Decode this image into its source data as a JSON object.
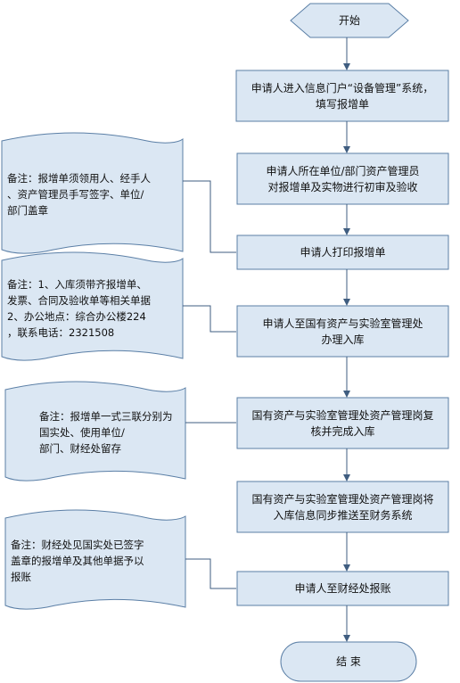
{
  "flow": {
    "start": "开始",
    "end": "结 束",
    "steps": [
      "申请人进入信息门户“设备管理”系统，\n填写报增单",
      "申请人所在单位/部门资产管理员\n对报增单及实物进行初审及验收",
      "申请人打印报增单",
      "申请人至国有资产与实验室管理处\n办理入库",
      "国有资产与实验室管理处资产管理岗复\n核并完成入库",
      "国有资产与实验室管理处资产管理岗将\n入库信息同步推送至财务系统",
      "申请人至财经处报账"
    ]
  },
  "notes": [
    "备注：报增单须领用人、经手人\n、资产管理员手写签字、单位/\n部门盖章",
    "备注：1、入库须带齐报增单、\n发票、合同及验收单等相关单据\n2、办公地点：综合办公楼224\n，联系电话：2321508",
    "备注：报增单一式三联分别为\n国实处、使用单位/\n部门、财经处留存",
    "备注：财经处见国实处已签字\n盖章的报增单及其他单据予以\n报账"
  ],
  "colors": {
    "fill": "#dbe7f3",
    "stroke": "#5b7fa6",
    "connector": "#3f5d80"
  }
}
